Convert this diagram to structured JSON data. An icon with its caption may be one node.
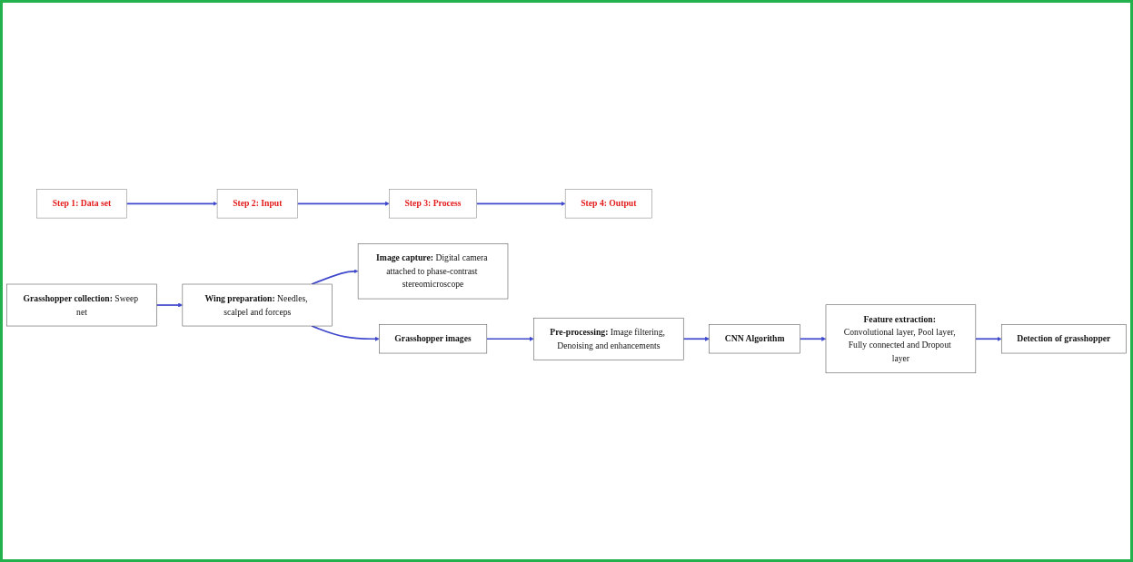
{
  "diagram": {
    "nodes": [
      {
        "text": [
          "Step 1: Data set"
        ]
      },
      {
        "text": [
          "Step 2: Input"
        ]
      },
      {
        "text": [
          "Step 3: Process"
        ]
      },
      {
        "text": [
          "Step 4: Output"
        ]
      },
      {
        "text": [
          "Grasshopper collection:",
          "Sweep net"
        ]
      },
      {
        "text": [
          "Wing preparation:",
          "Needles, scalpel and forceps"
        ]
      },
      {
        "text": [
          "Image capture:",
          "Digital camera attached to phase-contrast stereomicroscope"
        ]
      },
      {
        "text": [
          "Grasshopper images"
        ]
      },
      {
        "text": [
          "Pre-processing:",
          "Image filtering, Denoising and enhancements"
        ]
      },
      {
        "text": [
          "CNN Algorithm"
        ]
      },
      {
        "text": [
          "Feature extraction:",
          "Convolutional layer, Pool layer, Fully connected and Dropout layer"
        ]
      },
      {
        "text": [
          "Detection of grasshopper"
        ]
      }
    ],
    "edges": [
      {
        "from": 0,
        "to": 1,
        "arrow": "to"
      },
      {
        "from": 1,
        "to": 2,
        "arrow": "to"
      },
      {
        "from": 2,
        "to": 3,
        "arrow": "to"
      },
      {
        "from": 4,
        "to": 5,
        "arrow": "to"
      },
      {
        "from": 5,
        "to": 6,
        "arrow": "to"
      },
      {
        "from": 5,
        "to": 7,
        "arrow": "to"
      },
      {
        "from": 7,
        "to": 8,
        "arrow": "to"
      },
      {
        "from": 8,
        "to": 9,
        "arrow": "to"
      },
      {
        "from": 9,
        "to": 10,
        "arrow": "to"
      },
      {
        "from": 10,
        "to": 11,
        "arrow": "to"
      }
    ]
  }
}
